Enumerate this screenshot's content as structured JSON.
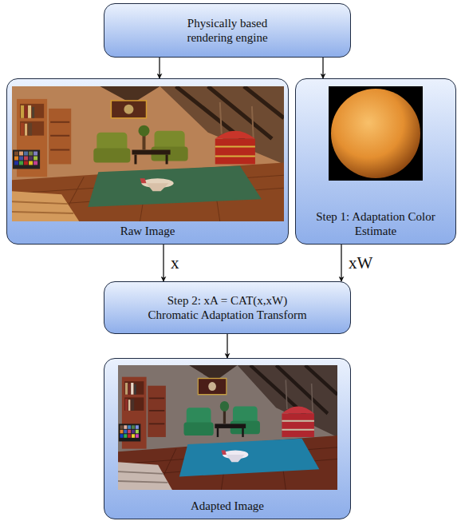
{
  "diagram": {
    "nodes": [
      {
        "text": [
          "Physically based rendering engine"
        ]
      },
      {
        "text": [
          "Raw Image"
        ]
      },
      {
        "text": [
          "Step 1: Adaptation Color Estimate"
        ]
      },
      {
        "text": [
          "Step 2: xA = CAT(x,xW) Chromatic Adaptation Transform"
        ]
      },
      {
        "text": [
          "Adapted Image"
        ]
      }
    ],
    "edges": [
      {
        "from": 0,
        "to": 1,
        "arrow": "to"
      },
      {
        "from": 0,
        "to": 2,
        "arrow": "to"
      },
      {
        "from": 1,
        "to": 3,
        "arrow": "to",
        "label": "x"
      },
      {
        "from": 2,
        "to": 3,
        "arrow": "to",
        "label": "xW"
      },
      {
        "from": 3,
        "to": 4,
        "arrow": "to"
      }
    ]
  }
}
